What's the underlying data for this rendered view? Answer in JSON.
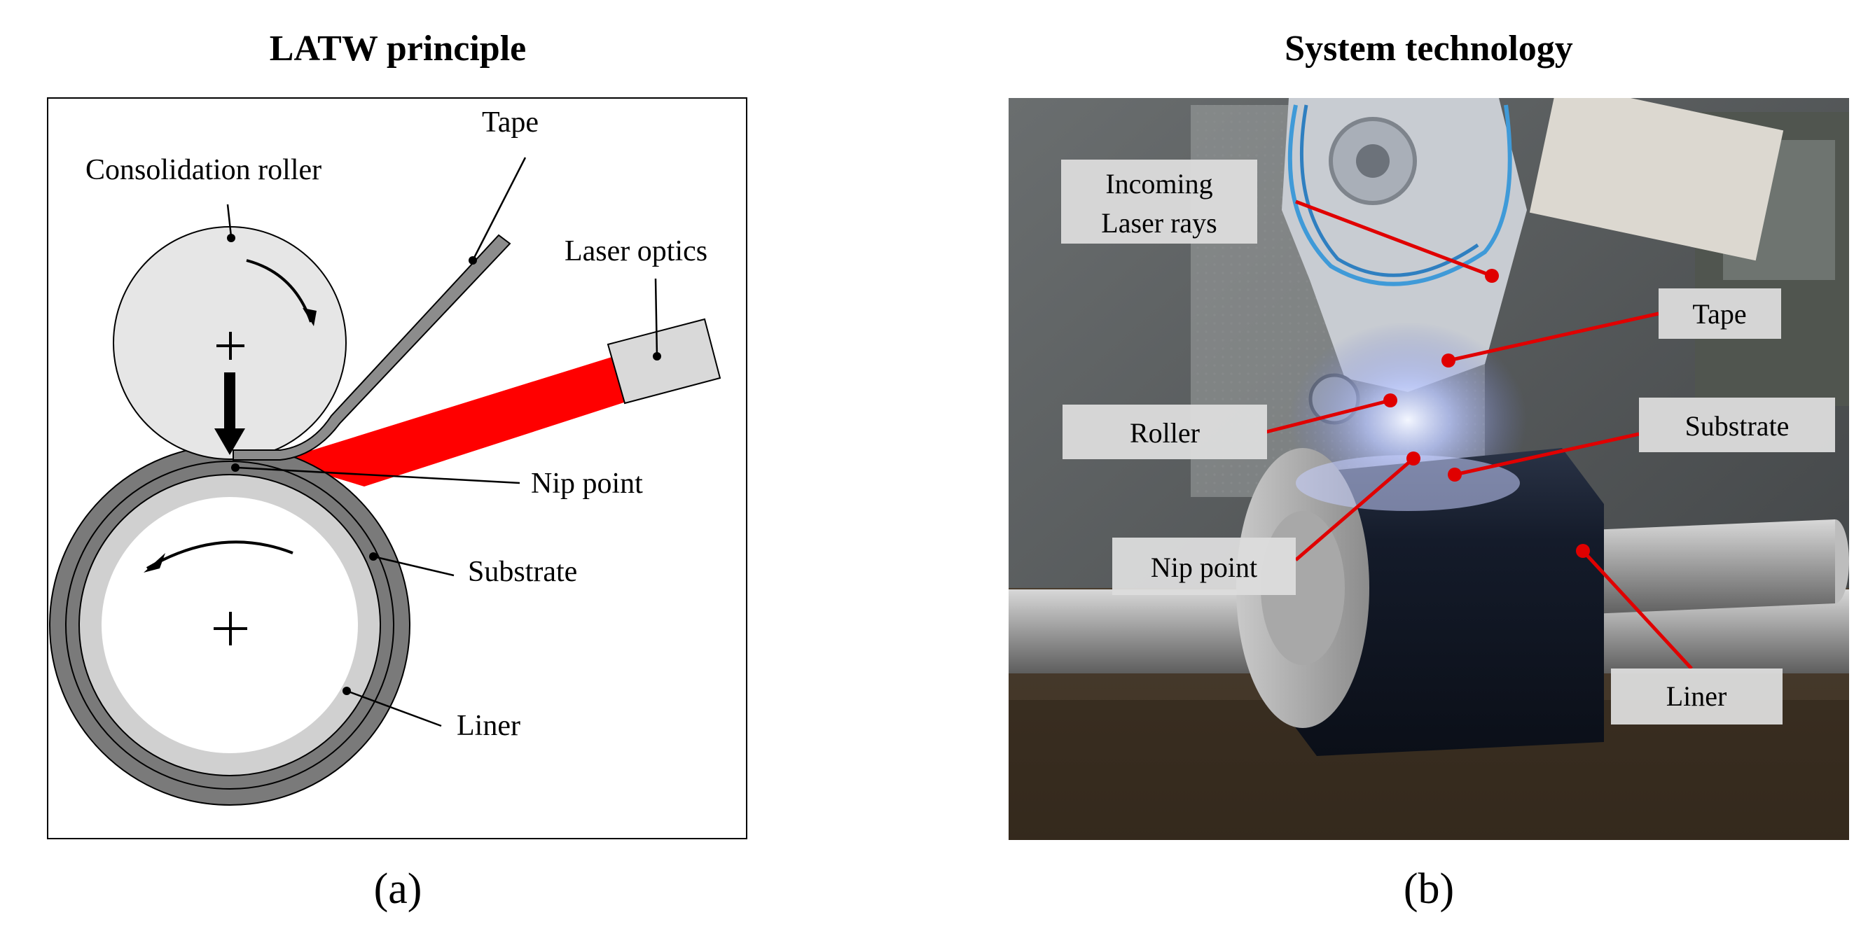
{
  "panel_a": {
    "title": "LATW principle",
    "caption": "(a)",
    "labels": {
      "consolidation_roller": "Consolidation roller",
      "tape": "Tape",
      "laser_optics": "Laser optics",
      "nip_point": "Nip point",
      "substrate": "Substrate",
      "liner": "Liner"
    }
  },
  "panel_b": {
    "title": "System technology",
    "caption": "(b)",
    "labels": {
      "incoming_line1": "Incoming",
      "incoming_line2": "Laser rays",
      "tape": "Tape",
      "roller": "Roller",
      "substrate": "Substrate",
      "nip_point": "Nip point",
      "liner": "Liner"
    }
  },
  "colors": {
    "laser": "#ff0000",
    "substrate": "#7a7a7a",
    "liner": "#d0d0d0",
    "roller": "#e6e6e6",
    "label_box": "#dcdcdc",
    "leader_red": "#e00000"
  }
}
